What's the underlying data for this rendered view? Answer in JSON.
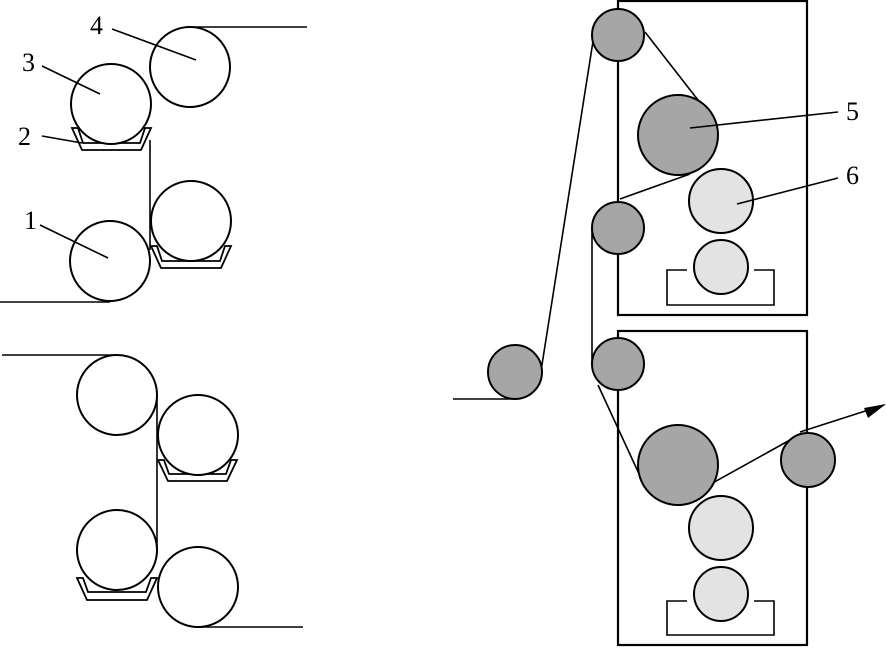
{
  "labels": {
    "l1": "1",
    "l2": "2",
    "l3": "3",
    "l4": "4",
    "l5": "5",
    "l6": "6"
  },
  "colors": {
    "dark_roll": "#a6a6a6",
    "light_roll": "#e3e3e3",
    "line": "#000000"
  }
}
